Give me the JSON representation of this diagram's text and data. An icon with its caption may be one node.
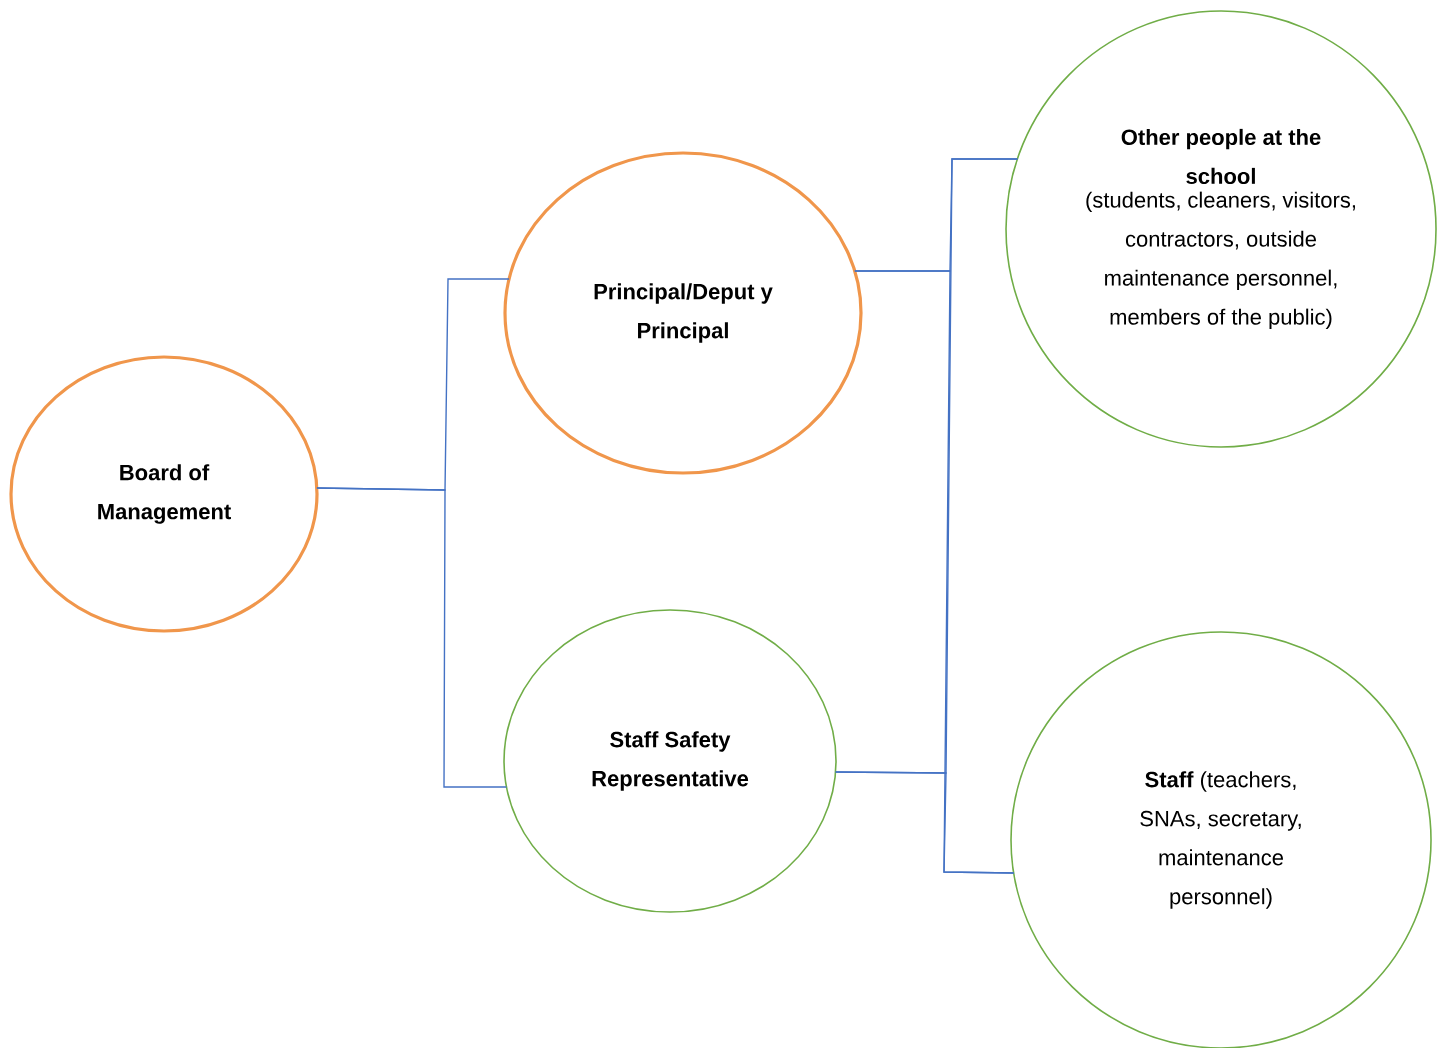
{
  "diagram": {
    "nodes": [
      {
        "text": [
          "Board of Management"
        ]
      },
      {
        "text": [
          "Principal/Deput y Principal"
        ]
      },
      {
        "text": [
          "Staff Safety Representative"
        ]
      },
      {
        "text": [
          "Other people at the school",
          "(students, cleaners, visitors, contractors, outside maintenance personnel, members of the public)"
        ]
      },
      {
        "text": [
          "**Staff** (teachers, SNAs, secretary, maintenance personnel)"
        ]
      }
    ],
    "edges": [
      {
        "from": 0,
        "to": 1,
        "arrow": "none"
      },
      {
        "from": 0,
        "to": 2,
        "arrow": "none"
      },
      {
        "from": 1,
        "to": 3,
        "arrow": "none"
      },
      {
        "from": 1,
        "to": 4,
        "arrow": "none"
      },
      {
        "from": 2,
        "to": 3,
        "arrow": "none"
      },
      {
        "from": 2,
        "to": 4,
        "arrow": "none"
      }
    ]
  }
}
